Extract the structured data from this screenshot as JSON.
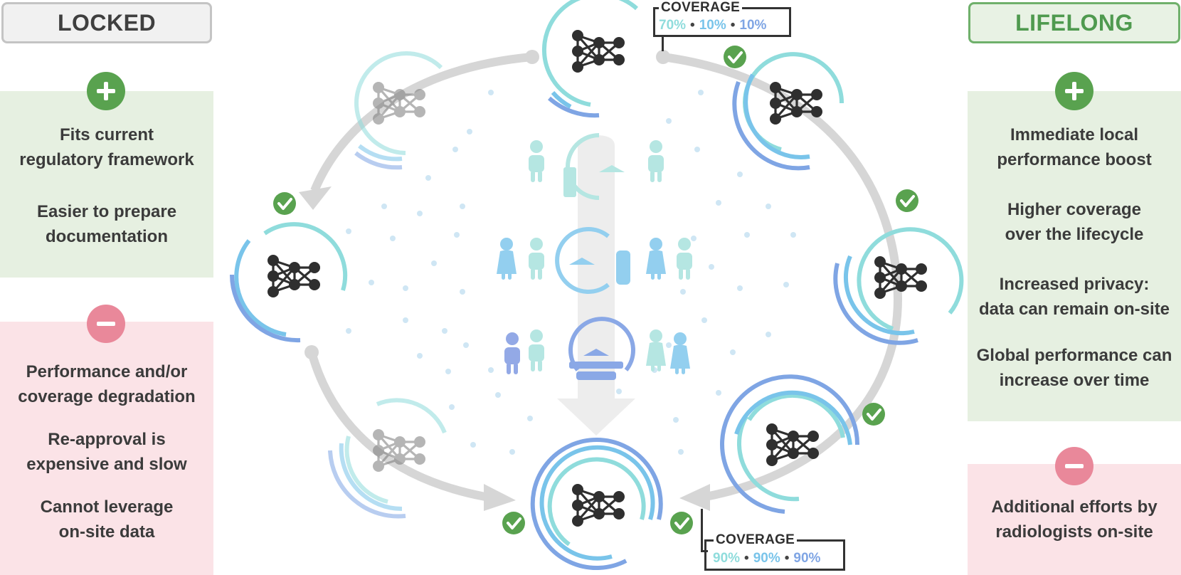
{
  "locked": {
    "title": "LOCKED",
    "pros": [
      "Fits current\nregulatory framework",
      "Easier to prepare\ndocumentation"
    ],
    "cons": [
      "Performance and/or\ncoverage degradation",
      "Re-approval is\nexpensive and slow",
      "Cannot leverage\non-site data"
    ]
  },
  "lifelong": {
    "title": "LIFELONG",
    "pros": [
      "Immediate local\nperformance boost",
      "Higher coverage\nover the lifecycle",
      "Increased privacy:\ndata can remain on-site",
      "Global performance can\nincrease over time"
    ],
    "cons": [
      "Additional efforts by\nradiologists on-site"
    ]
  },
  "coverage_top": {
    "label": "COVERAGE",
    "values": [
      "70%",
      "10%",
      "10%"
    ]
  },
  "coverage_bottom": {
    "label": "COVERAGE",
    "values": [
      "90%",
      "90%",
      "90%"
    ]
  },
  "colors": {
    "teal": "#8fdcdc",
    "sky": "#79c4ea",
    "blue": "#7fa5e4",
    "green": "#59a24f",
    "pink": "#e9889a",
    "arrow": "#d5d5d5"
  }
}
